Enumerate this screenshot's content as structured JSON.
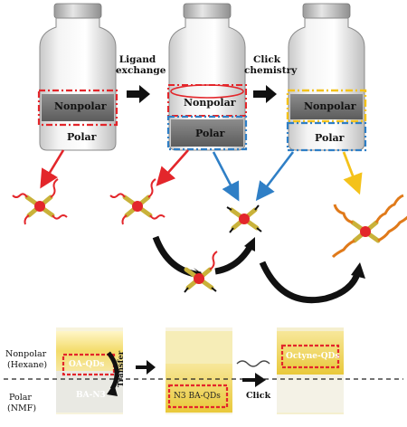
{
  "top": {
    "step1_label_line1": "Ligand",
    "step1_label_line2": "exchange",
    "step2_label_line1": "Click",
    "step2_label_line2": "chemistry",
    "bottle1": {
      "upper": "Nonpolar",
      "lower": "Polar"
    },
    "bottle2": {
      "upper": "Nonpolar",
      "lower": "Polar"
    },
    "bottle3": {
      "upper": "Nonpolar",
      "lower": "Polar"
    }
  },
  "bottom": {
    "nonpolar_label": "Nonpolar",
    "nonpolar_solvent": "(Hexane)",
    "polar_label": "Polar",
    "polar_solvent": "(NMF)",
    "photo1_qd": "OA-QDs",
    "photo1_ligand": "BA-N3",
    "transfer": "Transfer",
    "photo2_qd": "N3 BA-QDs",
    "click": "Click",
    "photo3_qd": "Octyne-QDs"
  },
  "colors": {
    "red": "#e3262b",
    "blue": "#2f7fc6",
    "yellow": "#f4c21a",
    "black": "#111111",
    "vial_yellow": "#f3dc6b"
  }
}
